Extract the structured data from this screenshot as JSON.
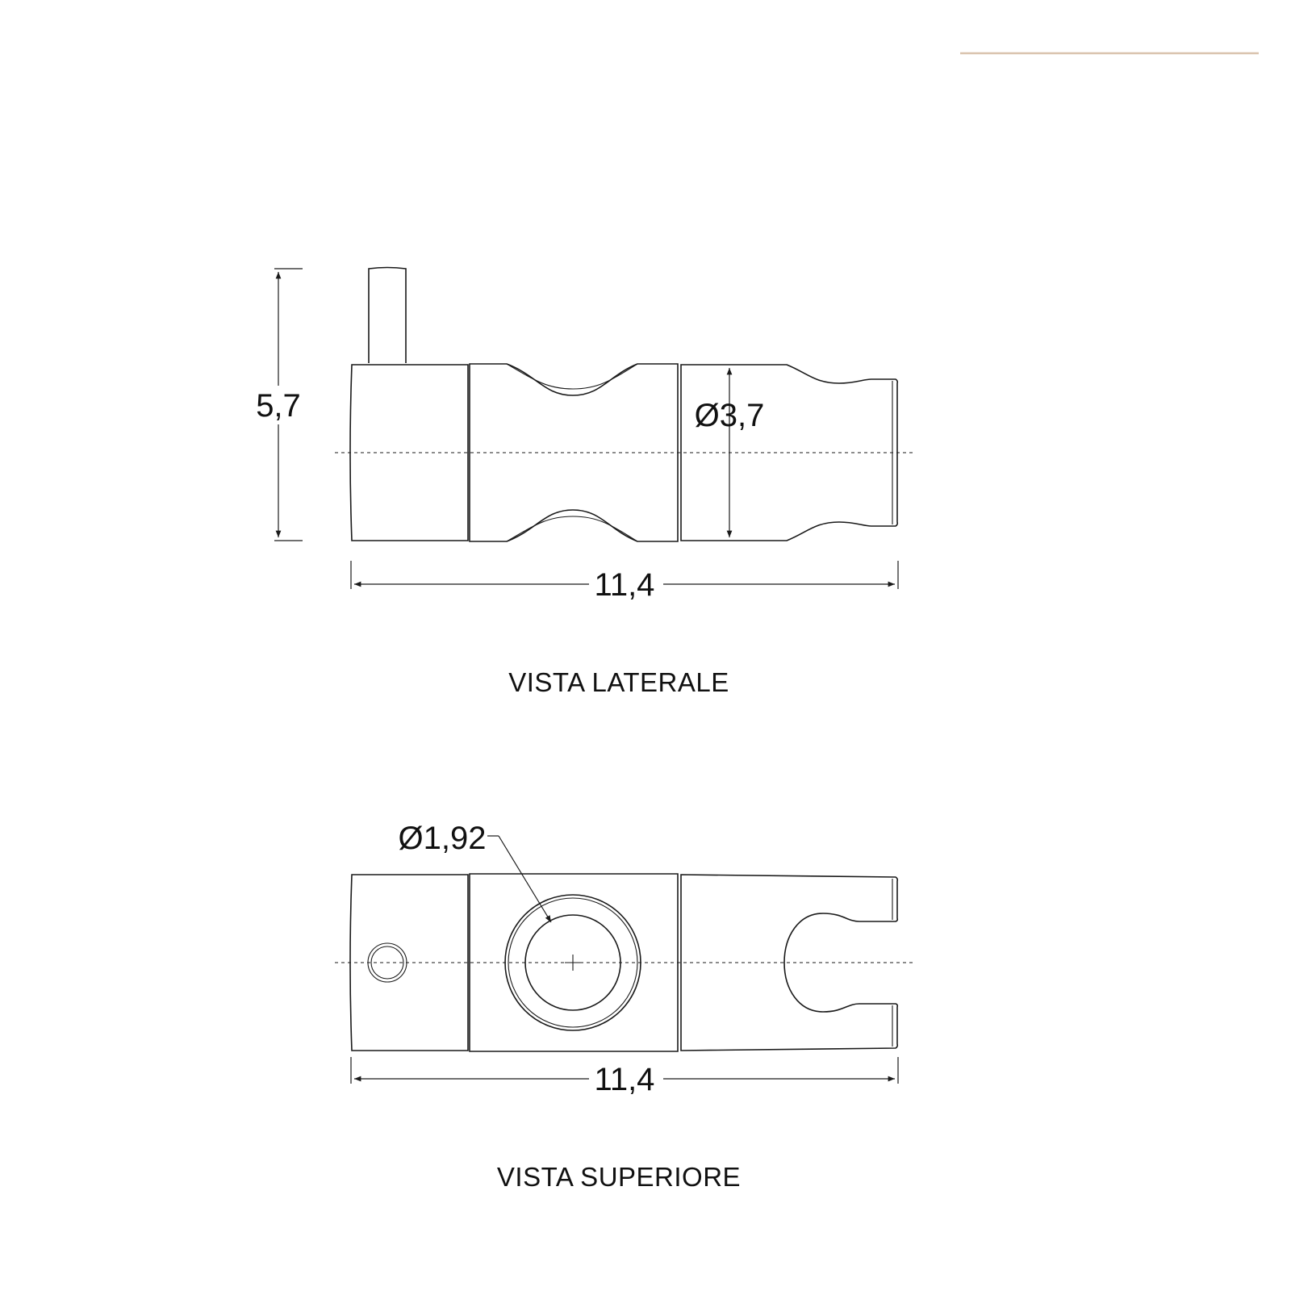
{
  "colors": {
    "accent_rule": "#d9c3ad",
    "ink": "#1a1a1a",
    "background": "#ffffff"
  },
  "side_view": {
    "caption": "VISTA LATERALE",
    "height_dimension": "5,7",
    "diameter_dimension": "Ø3,7",
    "length_dimension": "11,4"
  },
  "top_view": {
    "caption": "VISTA SUPERIORE",
    "hole_diameter_dimension": "Ø1,92",
    "length_dimension": "11,4"
  }
}
